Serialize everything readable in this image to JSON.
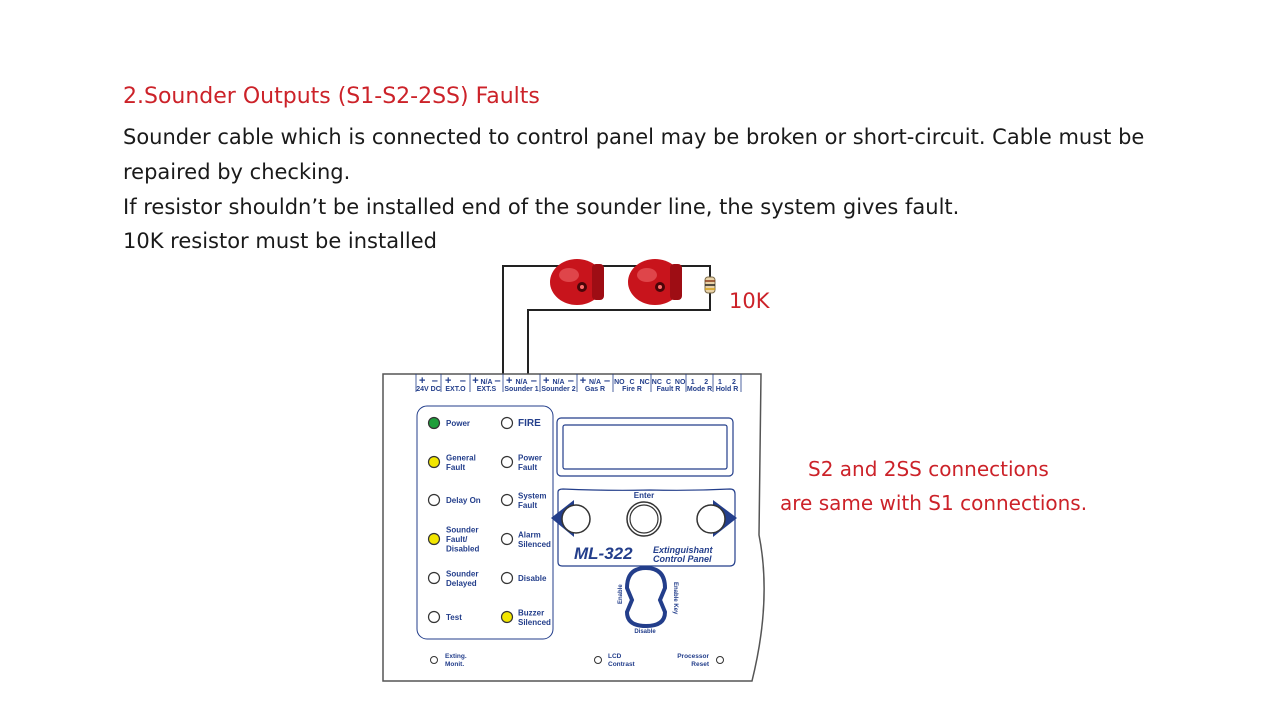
{
  "heading": "2.Sounder Outputs (S1-S2-2SS) Faults",
  "body_lines": [
    "Sounder cable which is connected to control panel may be broken or short-circuit. Cable must be",
    "repaired by checking.",
    "If resistor shouldn’t be installed end of the sounder line, the system gives fault.",
    "10K resistor must be installed"
  ],
  "resistor_label": "10K",
  "side_note": {
    "line1": "S2 and 2SS connections",
    "line2": "are same with S1 connections."
  },
  "colors": {
    "accent_red": "#cc2229",
    "panel_blue": "#233e8b",
    "led_green": "#1e9e3a",
    "led_yellow": "#f2e600",
    "sounder_red": "#c8141c"
  },
  "panel": {
    "model": "ML-322",
    "subtitle1": "Extinguishant",
    "subtitle2": "Control Panel",
    "enter_label": "Enter",
    "key_left_label": "Enable",
    "key_bottom_label": "Disable",
    "key_right_label": "Enable Key",
    "terminal_groups": [
      {
        "label": "24V DC",
        "signs": [
          "+",
          "–"
        ]
      },
      {
        "label": "EXT.O",
        "signs": [
          "+",
          "–"
        ]
      },
      {
        "label": "EXT.S",
        "signs": [
          "+",
          "N/A",
          "–"
        ]
      },
      {
        "label": "Sounder 1",
        "signs": [
          "+",
          "N/A",
          "–"
        ]
      },
      {
        "label": "Sounder 2",
        "signs": [
          "+",
          "N/A",
          "–"
        ]
      },
      {
        "label": "Gas R",
        "signs": [
          "+",
          "N/A",
          "–"
        ]
      },
      {
        "label": "Fire R",
        "signs": [
          "NO",
          "C",
          "NC"
        ]
      },
      {
        "label": "Fault R",
        "signs": [
          "NC",
          "C",
          "NO"
        ]
      },
      {
        "label": "Mode R",
        "signs": [
          "1",
          "2"
        ]
      },
      {
        "label": "Hold R",
        "signs": [
          "1",
          "2"
        ]
      }
    ],
    "leds_left": [
      {
        "lines": [
          "Power"
        ],
        "state": "green"
      },
      {
        "lines": [
          "General",
          "Fault"
        ],
        "state": "yellow"
      },
      {
        "lines": [
          "Delay On"
        ],
        "state": "off"
      },
      {
        "lines": [
          "Sounder",
          "Fault/",
          "Disabled"
        ],
        "state": "yellow"
      },
      {
        "lines": [
          "Sounder",
          "Delayed"
        ],
        "state": "off"
      },
      {
        "lines": [
          "Test"
        ],
        "state": "off"
      }
    ],
    "leds_right": [
      {
        "lines": [
          "FIRE"
        ],
        "state": "off"
      },
      {
        "lines": [
          "Power",
          "Fault"
        ],
        "state": "off"
      },
      {
        "lines": [
          "System",
          "Fault"
        ],
        "state": "off"
      },
      {
        "lines": [
          "Alarm",
          "Silenced"
        ],
        "state": "off"
      },
      {
        "lines": [
          "Disable"
        ],
        "state": "off"
      },
      {
        "lines": [
          "Buzzer",
          "Silenced"
        ],
        "state": "yellow"
      }
    ],
    "bottom_controls": [
      {
        "lines": [
          "Exting.",
          "Monit."
        ]
      },
      {
        "lines": [
          "LCD",
          "Contrast"
        ]
      },
      {
        "lines": [
          "Processor",
          "Reset"
        ]
      }
    ]
  }
}
